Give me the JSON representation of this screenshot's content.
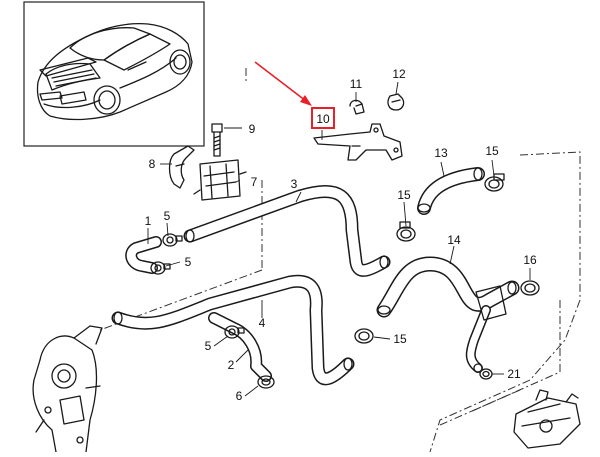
{
  "colors": {
    "highlight": "#e8202a",
    "line": "#1a1a1a",
    "background": "#ffffff"
  },
  "icons": {
    "inset": "car-rear-view-icon",
    "arrow": "red-arrow-icon"
  },
  "callouts": {
    "c1": "1",
    "c2": "2",
    "c3": "3",
    "c4": "4",
    "c5a": "5",
    "c5b": "5",
    "c5c": "5",
    "c6": "6",
    "c7": "7",
    "c8": "8",
    "c9": "9",
    "c10": "10",
    "c11": "11",
    "c12": "12",
    "c13": "13",
    "c15a": "15",
    "c15b": "15",
    "c15c": "15",
    "c14": "14",
    "c16": "16",
    "c21": "21"
  }
}
